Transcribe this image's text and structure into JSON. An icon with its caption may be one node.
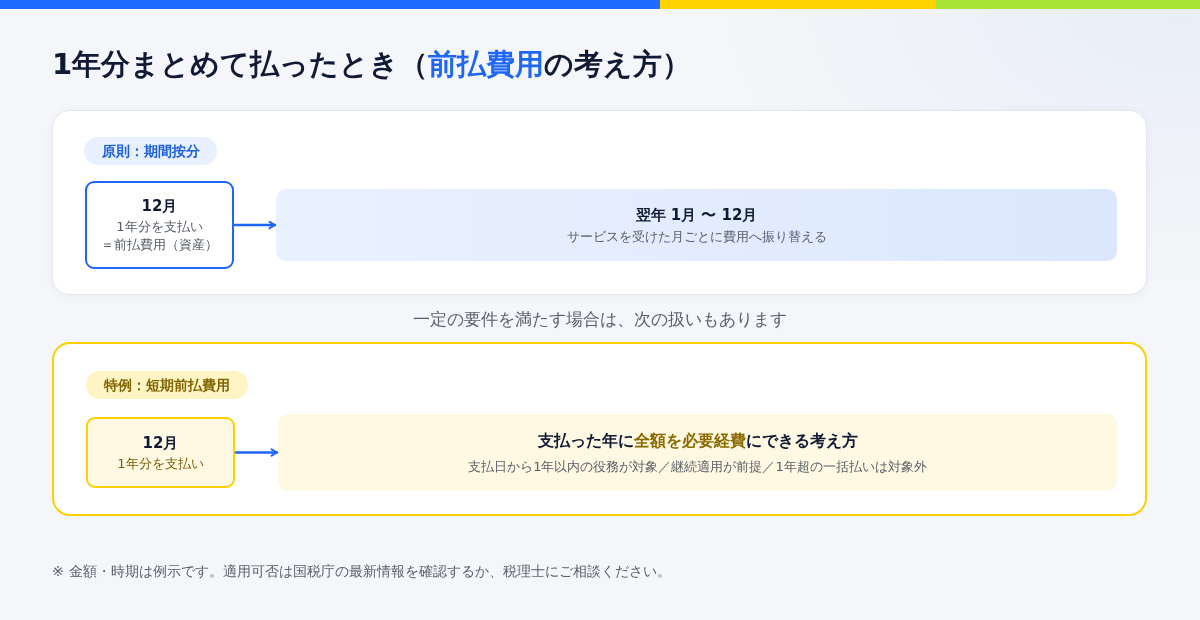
{
  "diagram": {
    "title": "1年分まとめて払ったとき（**前払費用**の考え方）",
    "nodes": [
      {
        "text": [],
        "shape": "box"
      },
      {
        "text": [
          "原則：期間按分"
        ],
        "in": 0
      },
      {
        "text": [
          "12月",
          "1年分を支払い",
          "＝前払費用（資産）"
        ],
        "in": 0
      },
      {
        "text": [
          "翌年 1月 〜 12月",
          "サービスを受けた月ごとに費用へ振り替える"
        ],
        "in": 0
      },
      {
        "text": [],
        "shape": "box"
      },
      {
        "text": [
          "特例：短期前払費用"
        ],
        "in": 4
      },
      {
        "text": [
          "12月",
          "1年分を支払い"
        ],
        "in": 4
      },
      {
        "text": [
          "支払った年に**全額を必要経費**にできる考え方",
          "支払日から1年以内の役務が対象／継続適用が前提／1年超の一括払いは対象外"
        ],
        "in": 4
      }
    ],
    "edges": [
      {
        "from": 2,
        "to": 3,
        "arrow": "to"
      },
      {
        "from": 6,
        "to": 7,
        "arrow": "to"
      }
    ],
    "labels": [
      "一定の要件を満たす場合は、次の扱いもあります",
      "※ 金額・時期は例示です。適用可否は国税庁の最新情報を確認するか、税理士にご相談ください。"
    ]
  }
}
